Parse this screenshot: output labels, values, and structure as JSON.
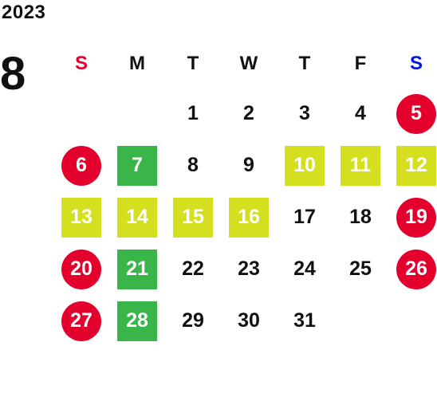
{
  "year": "2023",
  "month": "8",
  "weekdays": [
    {
      "label": "S",
      "color": "#e3002d"
    },
    {
      "label": "M",
      "color": "#111111"
    },
    {
      "label": "T",
      "color": "#111111"
    },
    {
      "label": "W",
      "color": "#111111"
    },
    {
      "label": "T",
      "color": "#111111"
    },
    {
      "label": "F",
      "color": "#111111"
    },
    {
      "label": "S",
      "color": "#0016d8"
    }
  ],
  "first_weekday_index": 2,
  "days": [
    {
      "d": "1",
      "style": "plain"
    },
    {
      "d": "2",
      "style": "plain"
    },
    {
      "d": "3",
      "style": "plain"
    },
    {
      "d": "4",
      "style": "plain"
    },
    {
      "d": "5",
      "style": "holiday"
    },
    {
      "d": "6",
      "style": "holiday"
    },
    {
      "d": "7",
      "style": "green"
    },
    {
      "d": "8",
      "style": "plain"
    },
    {
      "d": "9",
      "style": "plain"
    },
    {
      "d": "10",
      "style": "yellow"
    },
    {
      "d": "11",
      "style": "yellow"
    },
    {
      "d": "12",
      "style": "yellow"
    },
    {
      "d": "13",
      "style": "yellow"
    },
    {
      "d": "14",
      "style": "yellow"
    },
    {
      "d": "15",
      "style": "yellow"
    },
    {
      "d": "16",
      "style": "yellow"
    },
    {
      "d": "17",
      "style": "plain"
    },
    {
      "d": "18",
      "style": "plain"
    },
    {
      "d": "19",
      "style": "holiday"
    },
    {
      "d": "20",
      "style": "holiday"
    },
    {
      "d": "21",
      "style": "green"
    },
    {
      "d": "22",
      "style": "plain"
    },
    {
      "d": "23",
      "style": "plain"
    },
    {
      "d": "24",
      "style": "plain"
    },
    {
      "d": "25",
      "style": "plain"
    },
    {
      "d": "26",
      "style": "holiday"
    },
    {
      "d": "27",
      "style": "holiday"
    },
    {
      "d": "28",
      "style": "green"
    },
    {
      "d": "29",
      "style": "plain"
    },
    {
      "d": "30",
      "style": "plain"
    },
    {
      "d": "31",
      "style": "plain"
    }
  ],
  "colors": {
    "holiday": "#e3002d",
    "green": "#3ab54a",
    "yellow": "#d4df20"
  }
}
